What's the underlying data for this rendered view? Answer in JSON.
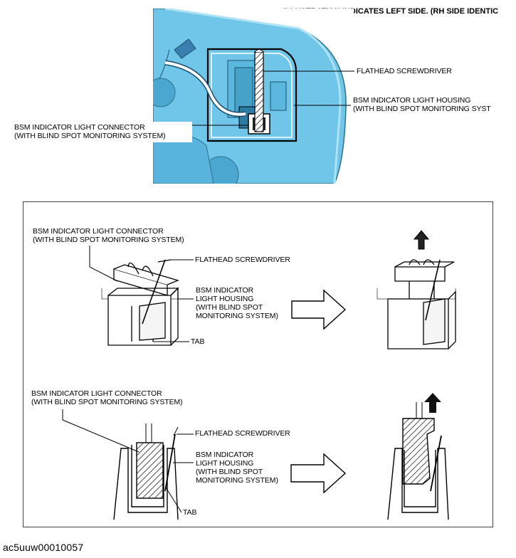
{
  "header": "ILLUSTRATION INDICATES LEFT SIDE. (RH SIDE IDENTIC",
  "top_labels": {
    "screwdriver": "FLATHEAD SCREWDRIVER",
    "housing": [
      "BSM INDICATOR LIGHT HOUSING",
      "(WITH BLIND SPOT MONITORING SYST"
    ],
    "connector": [
      "BSM INDICATOR LIGHT CONNECTOR",
      "(WITH BLIND SPOT MONITORING SYSTEM)"
    ]
  },
  "upper_labels": {
    "connector": [
      "BSM INDICATOR LIGHT CONNECTOR",
      "(WITH BLIND SPOT MONITORING SYSTEM)"
    ],
    "screwdriver": "FLATHEAD SCREWDRIVER",
    "housing": [
      "BSM INDICATOR",
      "LIGHT HOUSING",
      "(WITH BLIND SPOT",
      "MONITORING SYSTEM)"
    ],
    "tab": "TAB"
  },
  "lower_labels": {
    "connector": [
      "BSM INDICATOR LIGHT CONNECTOR",
      "(WITH BLIND SPOT MONITORING SYSTEM)"
    ],
    "screwdriver": "FLATHEAD SCREWDRIVER",
    "housing": [
      "BSM INDICATOR",
      "LIGHT HOUSING",
      "(WITH BLIND SPOT",
      "MONITORING SYSTEM)"
    ],
    "tab": "TAB"
  },
  "figure_code": "ac5uuw00010057",
  "colors": {
    "mirror_blue": "#6fc6e8",
    "mirror_dark": "#3a8fb5"
  }
}
